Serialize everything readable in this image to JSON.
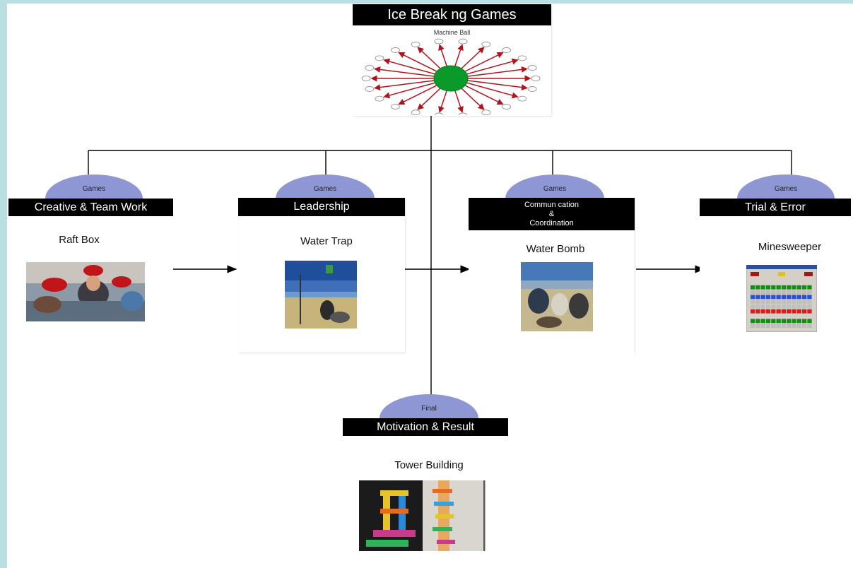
{
  "title": {
    "label": "Ice Break ng Games",
    "subtitle": "Machine Ball"
  },
  "categories": [
    {
      "tag": "Games",
      "name": "Creative & Team Work",
      "game": "Raft Box"
    },
    {
      "tag": "Games",
      "name": "Leadership",
      "game": "Water Trap"
    },
    {
      "tag": "Games",
      "name_lines": [
        "Commun cation",
        "&",
        "Coordination"
      ],
      "game": "Water Bomb"
    },
    {
      "tag": "Games",
      "name": "Trial & Error",
      "game": "Minesweeper"
    }
  ],
  "final": {
    "tag": "Final",
    "name": "Motivation & Result",
    "game": "Tower Building"
  },
  "colors": {
    "background": "#b9dfe3",
    "title_bar": "#000000",
    "hump": "#8f96d4",
    "ball": "#0a9a2a",
    "arrows": "#b0151e"
  }
}
